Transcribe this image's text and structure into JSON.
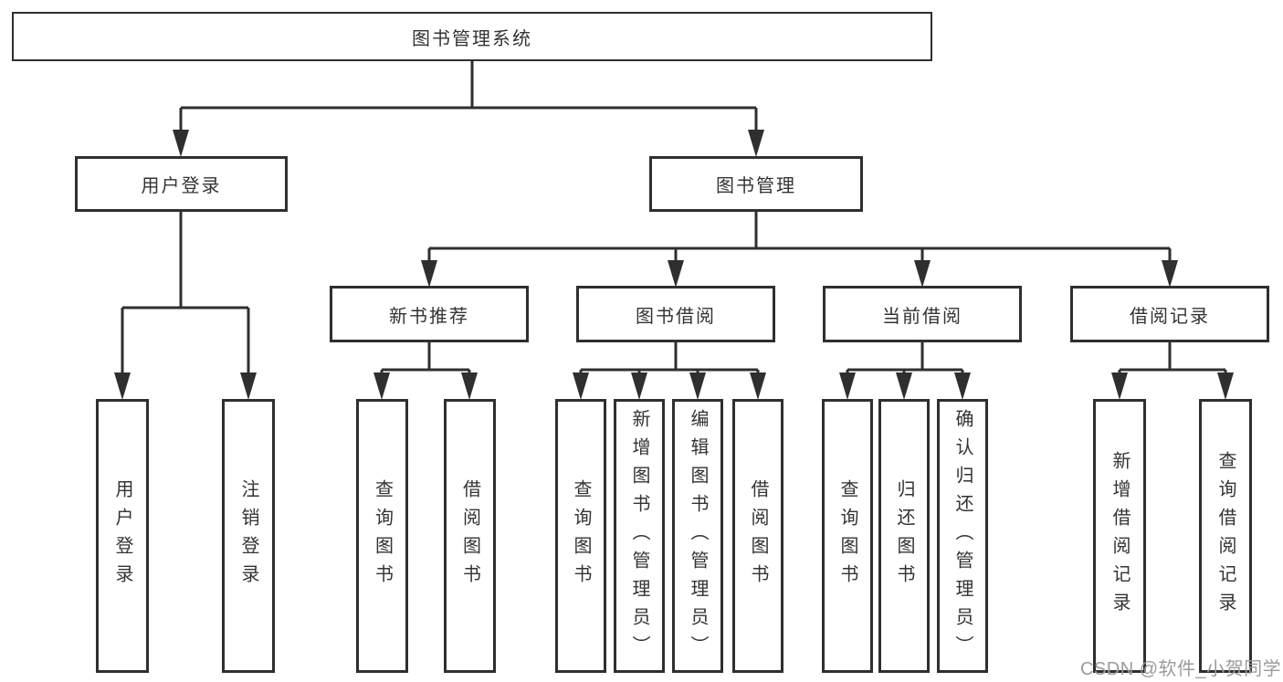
{
  "colors": {
    "line": "#2f2f2f",
    "text": "#333333",
    "watermark": "#9b9b9b",
    "background": "#ffffff"
  },
  "watermark": {
    "text": "CSDN @软件_小贺同学"
  },
  "tree": {
    "label": "图书管理系统",
    "children": [
      {
        "label": "用户登录",
        "children": [
          {
            "label": "用户登录"
          },
          {
            "label": "注销登录"
          }
        ]
      },
      {
        "label": "图书管理",
        "children": [
          {
            "label": "新书推荐",
            "children": [
              {
                "label": "查询图书"
              },
              {
                "label": "借阅图书"
              }
            ]
          },
          {
            "label": "图书借阅",
            "children": [
              {
                "label": "查询图书"
              },
              {
                "label": "新增图书（管理员）"
              },
              {
                "label": "编辑图书（管理员）"
              },
              {
                "label": "借阅图书"
              }
            ]
          },
          {
            "label": "当前借阅",
            "children": [
              {
                "label": "查询图书"
              },
              {
                "label": "归还图书"
              },
              {
                "label": "确认归还（管理员）"
              }
            ]
          },
          {
            "label": "借阅记录",
            "children": [
              {
                "label": "新增借阅记录"
              },
              {
                "label": "查询借阅记录"
              }
            ]
          }
        ]
      }
    ]
  }
}
